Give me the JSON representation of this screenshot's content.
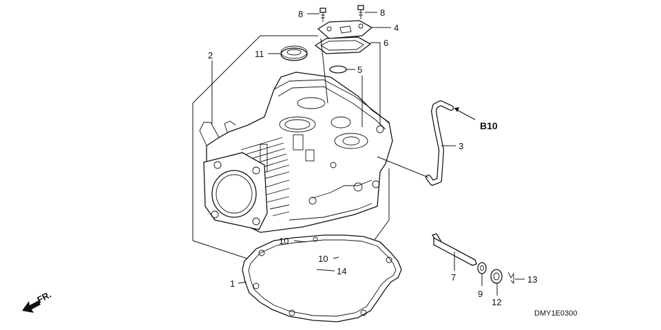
{
  "diagram": {
    "callouts": {
      "c1": "1",
      "c2": "2",
      "c3": "3",
      "c4": "4",
      "c5": "5",
      "c6": "6",
      "c7": "7",
      "c8a": "8",
      "c8b": "8",
      "c9": "9",
      "c10a": "10",
      "c10b": "10",
      "c11": "11",
      "c12": "12",
      "c13": "13",
      "c14": "14"
    },
    "ref_label": "B10",
    "front_label": "FR.",
    "drawing_code": "DMY1E0300"
  }
}
